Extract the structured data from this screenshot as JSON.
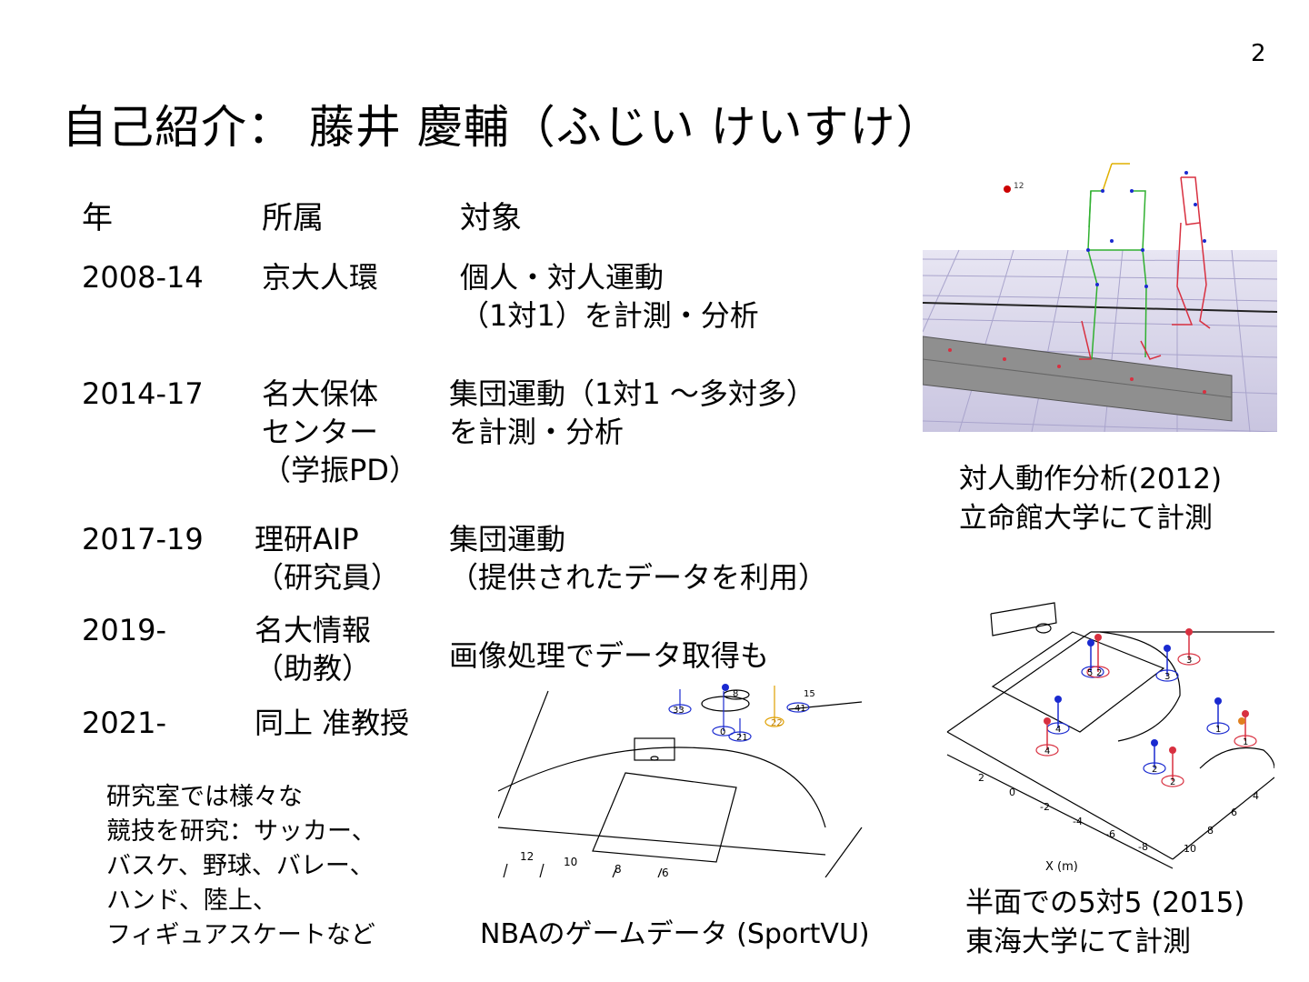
{
  "page_number": "2",
  "title": "自己紹介： 藤井 慶輔（ふじい けいすけ）",
  "table": {
    "headers": [
      "年",
      "所属",
      "対象"
    ],
    "rows": [
      {
        "year": "2008-14",
        "affiliation": "京大人環",
        "target": "個人・対人運動\n（1対1）を計測・分析"
      },
      {
        "year": "2014-17",
        "affiliation": "名大保体\nセンター\n（学振PD）",
        "target": "集団運動（1対1 〜多対多）\nを計測・分析"
      },
      {
        "year": "2017-19",
        "affiliation": "理研AIP\n（研究員）",
        "target": "集団運動\n（提供されたデータを利用）"
      },
      {
        "year": "2019-",
        "affiliation": "名大情報\n（助教）",
        "target": "画像処理でデータ取得も"
      },
      {
        "year": "2021-",
        "affiliation": "同上 准教授",
        "target": ""
      }
    ]
  },
  "lab_note": "研究室では様々な\n競技を研究：サッカー、\nバスケ、野球、バレー、\nハンド、陸上、\nフィギュアスケートなど",
  "figures": {
    "motion_capture": {
      "caption": "対人動作分析(2012)\n立命館大学にて計測",
      "marker_label": "12"
    },
    "nba": {
      "caption": "NBAのゲームデータ (SportVU)",
      "player_labels": [
        "33",
        "8",
        "15",
        "0",
        "21",
        "22",
        "41"
      ],
      "axis_labels": [
        "12",
        "10",
        "8",
        "6"
      ]
    },
    "half_court": {
      "caption": "半面での5対5 (2015)\n東海大学にて計測",
      "player_labels": [
        "5",
        "2",
        "3",
        "3",
        "4",
        "4",
        "1",
        "1",
        "2",
        "2"
      ],
      "y_ticks": [
        "2",
        "0",
        "-2",
        "-4",
        "-6",
        "-8"
      ],
      "x_ticks": [
        "4",
        "6",
        "8",
        "10"
      ],
      "x_axis_label": "X (m)"
    }
  }
}
